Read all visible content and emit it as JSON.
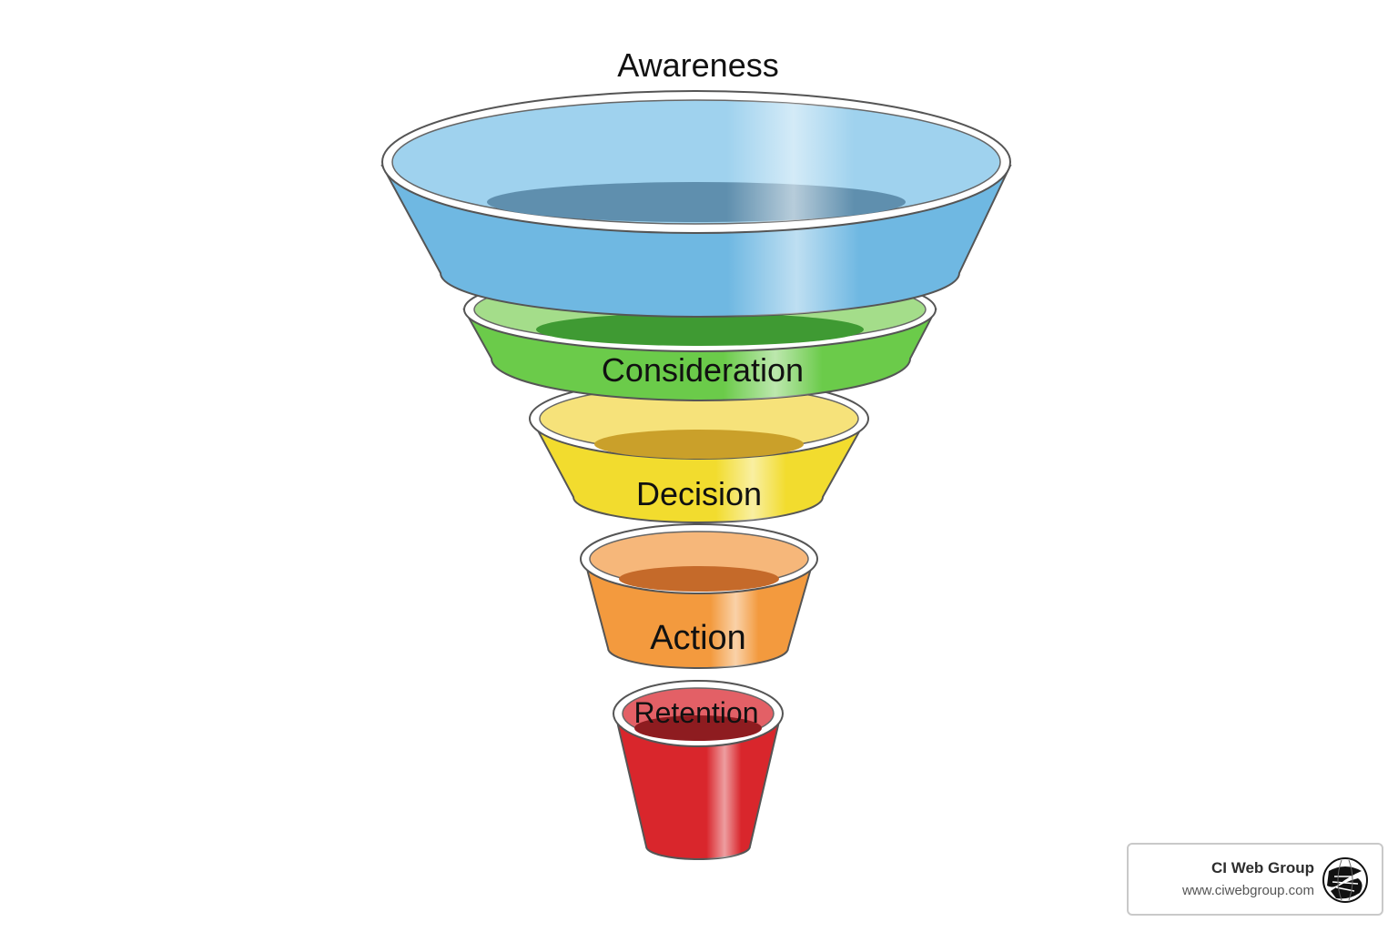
{
  "diagram": {
    "stages": [
      {
        "label": "Awareness",
        "color": "#6fb8e2",
        "rim": "#9fd2ee",
        "inner": "#5f8fae"
      },
      {
        "label": "Consideration",
        "color": "#6bcb4a",
        "rim": "#a4dd8a",
        "inner": "#3f9a33"
      },
      {
        "label": "Decision",
        "color": "#f2dc2e",
        "rim": "#f6e27a",
        "inner": "#caa02a"
      },
      {
        "label": "Action",
        "color": "#f39a3e",
        "rim": "#f6b77a",
        "inner": "#c56a2a"
      },
      {
        "label": "Retention",
        "color": "#d9262c",
        "rim": "#e36066",
        "inner": "#8e1c20"
      }
    ]
  },
  "badge": {
    "name": "CI Web Group",
    "url": "www.ciwebgroup.com"
  }
}
